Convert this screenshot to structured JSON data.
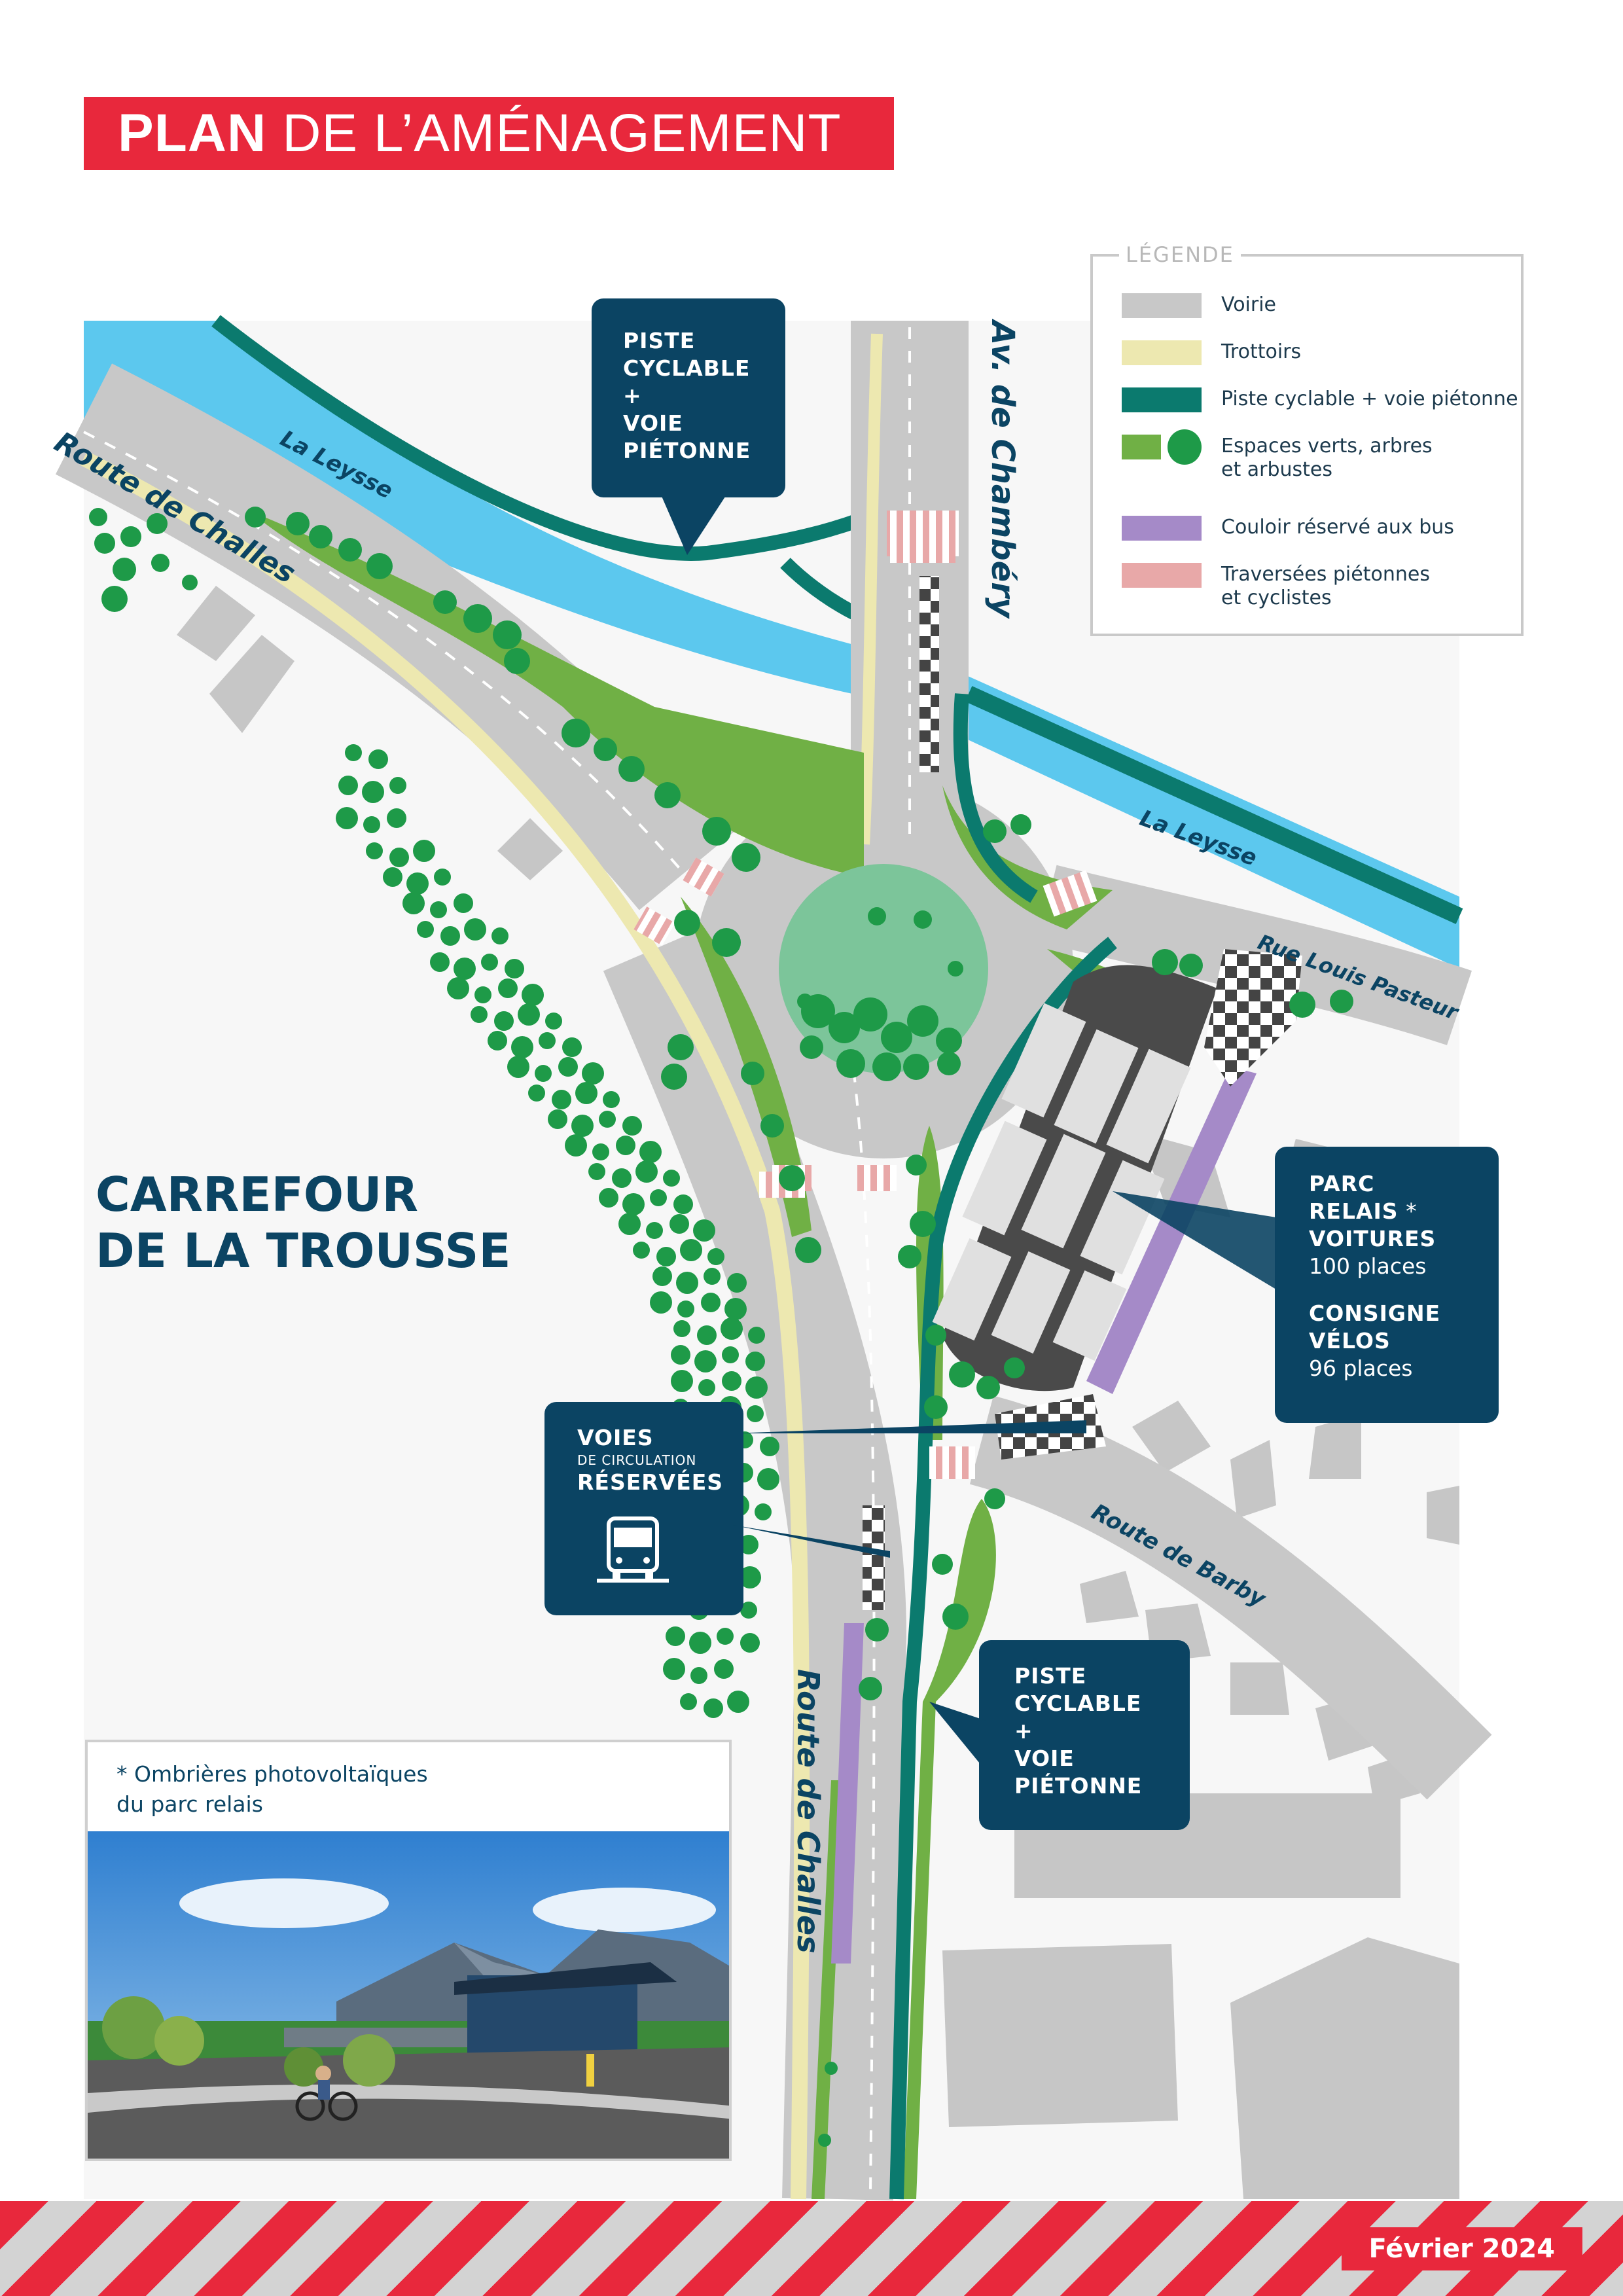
{
  "title": {
    "bold": "PLAN",
    "rest": "DE L’AMÉNAGEMENT"
  },
  "legend": {
    "title": "LÉGENDE",
    "items": [
      {
        "label": "Voirie",
        "color": "#c8c8c8"
      },
      {
        "label": "Trottoirs",
        "color": "#ede8b0"
      },
      {
        "label": "Piste cyclable + voie piétonne",
        "color": "#0b7a6e"
      },
      {
        "label": "Espaces verts, arbres",
        "label2": "et arbustes",
        "color": "#70b045",
        "color2": "#1e9a48"
      },
      {
        "label": "Couloir réservé aux bus",
        "color": "#a58ac8"
      },
      {
        "label": "Traversées piétonnes",
        "label2": "et cyclistes",
        "color": "#e8a8a8"
      }
    ]
  },
  "callouts": {
    "top_piste": [
      "PISTE",
      "CYCLABLE",
      "+",
      "VOIE",
      "PIÉTONNE"
    ],
    "parc": {
      "l1": "PARC",
      "l2": "RELAIS",
      "star": " *",
      "l3": "VOITURES",
      "places": "100 places",
      "l4": "CONSIGNE",
      "l5": "VÉLOS",
      "places2": "96 places"
    },
    "voies": {
      "l1": "VOIES",
      "small": "DE CIRCULATION",
      "l2": "RÉSERVÉES"
    },
    "bottom_piste": [
      "PISTE",
      "CYCLABLE",
      "+",
      "VOIE",
      "PIÉTONNE"
    ]
  },
  "places": {
    "carrefour": [
      "CARREFOUR",
      "DE LA TROUSSE"
    ],
    "leysse_1": "La Leysse",
    "leysse_2": "La Leysse",
    "route_challes_1": "Route de Challes",
    "route_challes_2": "Route de Challes",
    "av_chambery": "Av. de Chambéry",
    "rue_pasteur": "Rue Louis Pasteur",
    "route_barby": "Route de Barby"
  },
  "photo_note": [
    "* Ombrières photovoltaïques",
    "du parc relais"
  ],
  "footer_date": "Février 2024",
  "colors": {
    "navy": "#0b4463",
    "red": "#e8283c",
    "road": "#c8c8c8",
    "sidewalk": "#ede8b0",
    "cycle": "#0b7a6e",
    "grass": "#70b045",
    "tree": "#1e9a48",
    "bus": "#a58ac8",
    "crossing": "#e8a8a8",
    "river": "#5cc8ee",
    "parking": "#4a4a4a"
  }
}
